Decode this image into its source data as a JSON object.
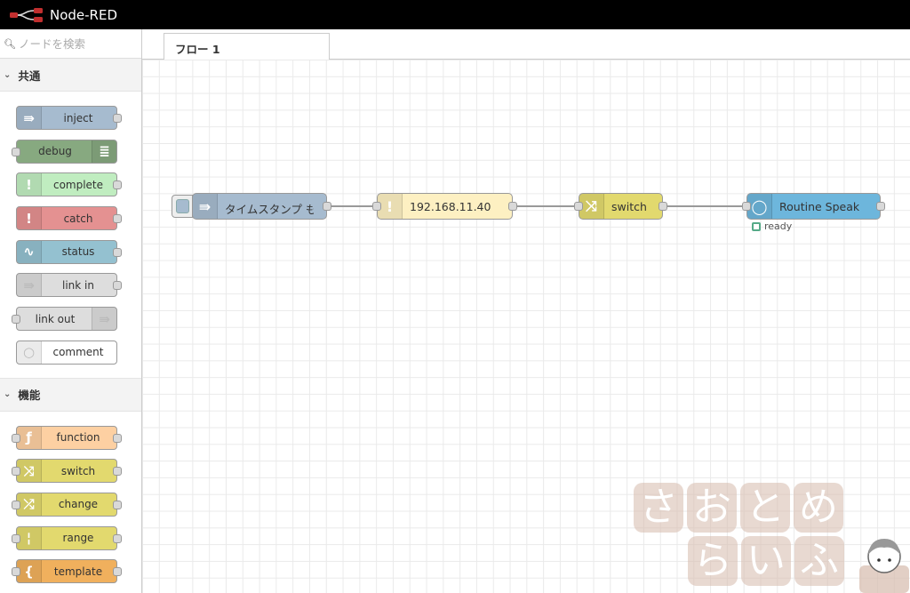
{
  "header": {
    "title": "Node-RED"
  },
  "palette": {
    "search": {
      "placeholder": "ノードを検索"
    },
    "categories": [
      {
        "label": "共通",
        "nodes": [
          {
            "label": "inject",
            "color": "#a6bbcf",
            "icon": "arrow-in-icon",
            "glyph": "⇛"
          },
          {
            "label": "debug",
            "color": "#87a980",
            "icon": "list-icon",
            "glyph": "≣"
          },
          {
            "label": "complete",
            "color": "#c0edc0",
            "icon": "exclamation-icon",
            "glyph": "!"
          },
          {
            "label": "catch",
            "color": "#e49191",
            "icon": "exclamation-icon",
            "glyph": "!"
          },
          {
            "label": "status",
            "color": "#94c1d0",
            "icon": "pulse-icon",
            "glyph": "∿"
          },
          {
            "label": "link in",
            "color": "#dddddd",
            "icon": "link-in-icon",
            "glyph": "⇛"
          },
          {
            "label": "link out",
            "color": "#dddddd",
            "icon": "link-out-icon",
            "glyph": "⇛"
          },
          {
            "label": "comment",
            "color": "#ffffff",
            "icon": "speech-bubble-icon",
            "glyph": "○"
          }
        ]
      },
      {
        "label": "機能",
        "nodes": [
          {
            "label": "function",
            "color": "#fdd0a2",
            "icon": "function-icon",
            "glyph": "ƒ"
          },
          {
            "label": "switch",
            "color": "#e2d96e",
            "icon": "switch-icon",
            "glyph": "⤨"
          },
          {
            "label": "change",
            "color": "#e2d96e",
            "icon": "shuffle-icon",
            "glyph": "⤮"
          },
          {
            "label": "range",
            "color": "#e2d96e",
            "icon": "range-icon",
            "glyph": "¦"
          },
          {
            "label": "template",
            "color": "#f0b05d",
            "icon": "brace-icon",
            "glyph": "{"
          }
        ]
      }
    ]
  },
  "workspace": {
    "tabs": [
      {
        "label": "フロー 1"
      }
    ],
    "flow_nodes": [
      {
        "label": "タイムスタンプ も",
        "color": "#a6bbcf",
        "icon": "arrow-in-icon",
        "glyph": "⇛"
      },
      {
        "label": "192.168.11.40",
        "color": "#fdf0c2",
        "icon": "exclamation-icon",
        "glyph": "!"
      },
      {
        "label": "switch",
        "color": "#e2d96e",
        "icon": "switch-icon",
        "glyph": "⤨"
      },
      {
        "label": "Routine Speak",
        "color": "#6db6dc",
        "icon": "circle-icon",
        "glyph": "◯"
      }
    ],
    "status": {
      "text": "ready",
      "color": "#55aa88"
    }
  },
  "watermark": {
    "line1": [
      "さ",
      "お",
      "と",
      "め"
    ],
    "line2": [
      "ら",
      "い",
      "ふ"
    ]
  }
}
